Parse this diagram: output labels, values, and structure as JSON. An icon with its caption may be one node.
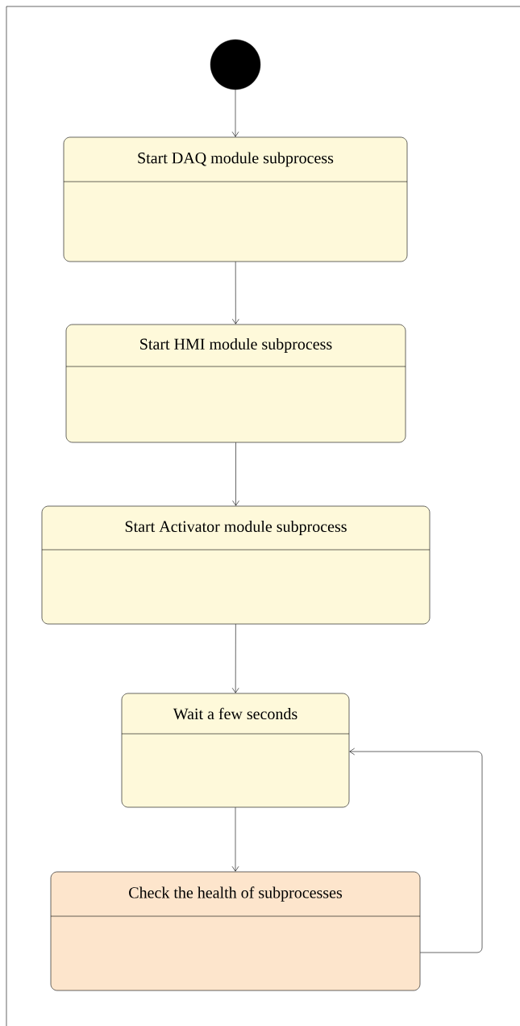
{
  "diagram": {
    "nodes": [
      {
        "text": [],
        "shape": "circle"
      },
      {
        "text": [
          "Start DAQ module subprocess"
        ]
      },
      {
        "text": [
          "Start HMI module subprocess"
        ]
      },
      {
        "text": [
          "Start Activator module subprocess"
        ]
      },
      {
        "text": [
          "Wait a few seconds"
        ]
      },
      {
        "text": [
          "Check the health of subprocesses"
        ]
      }
    ],
    "edges": [
      {
        "from": 0,
        "to": 1,
        "arrow": "to"
      },
      {
        "from": 1,
        "to": 2,
        "arrow": "to"
      },
      {
        "from": 2,
        "to": 3,
        "arrow": "to"
      },
      {
        "from": 3,
        "to": 4,
        "arrow": "to"
      },
      {
        "from": 4,
        "to": 5,
        "arrow": "to"
      },
      {
        "from": 5,
        "to": 4,
        "arrow": "to"
      }
    ]
  }
}
